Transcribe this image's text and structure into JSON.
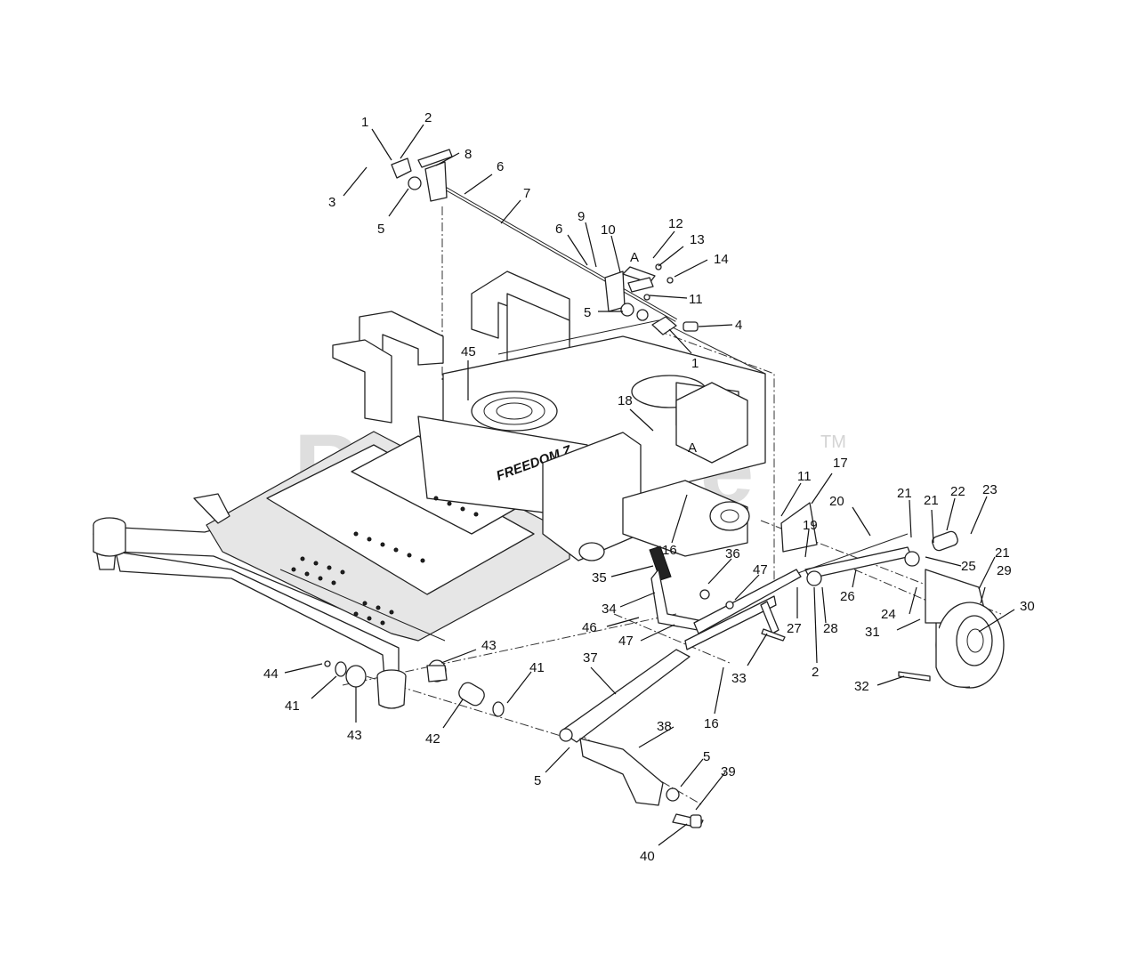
{
  "watermark": {
    "text": "PartsTree",
    "trademark": "TM"
  },
  "badge_text": "FREEDOM Z",
  "callouts": [
    {
      "id": "c1a",
      "text": "1"
    },
    {
      "id": "c2a",
      "text": "2"
    },
    {
      "id": "c3",
      "text": "3"
    },
    {
      "id": "c5a",
      "text": "5"
    },
    {
      "id": "c8",
      "text": "8"
    },
    {
      "id": "c6a",
      "text": "6"
    },
    {
      "id": "c7",
      "text": "7"
    },
    {
      "id": "c6b",
      "text": "6"
    },
    {
      "id": "c9",
      "text": "9"
    },
    {
      "id": "c10",
      "text": "10"
    },
    {
      "id": "cA1",
      "text": "A"
    },
    {
      "id": "c12",
      "text": "12"
    },
    {
      "id": "c13",
      "text": "13"
    },
    {
      "id": "c14",
      "text": "14"
    },
    {
      "id": "c11a",
      "text": "11"
    },
    {
      "id": "c5b",
      "text": "5"
    },
    {
      "id": "c4",
      "text": "4"
    },
    {
      "id": "c1b",
      "text": "1"
    },
    {
      "id": "c45",
      "text": "45"
    },
    {
      "id": "c18",
      "text": "18"
    },
    {
      "id": "cA2",
      "text": "A"
    },
    {
      "id": "c11b",
      "text": "11"
    },
    {
      "id": "c17",
      "text": "17"
    },
    {
      "id": "c20",
      "text": "20"
    },
    {
      "id": "c21a",
      "text": "21"
    },
    {
      "id": "c21b",
      "text": "21"
    },
    {
      "id": "c22",
      "text": "22"
    },
    {
      "id": "c23",
      "text": "23"
    },
    {
      "id": "c16a",
      "text": "16"
    },
    {
      "id": "c19",
      "text": "19"
    },
    {
      "id": "c25",
      "text": "25"
    },
    {
      "id": "c21c",
      "text": "21"
    },
    {
      "id": "c29",
      "text": "29"
    },
    {
      "id": "c36",
      "text": "36"
    },
    {
      "id": "c47a",
      "text": "47"
    },
    {
      "id": "c35",
      "text": "35"
    },
    {
      "id": "c26",
      "text": "26"
    },
    {
      "id": "c24",
      "text": "24"
    },
    {
      "id": "c30",
      "text": "30"
    },
    {
      "id": "c34",
      "text": "34"
    },
    {
      "id": "c27",
      "text": "27"
    },
    {
      "id": "c28",
      "text": "28"
    },
    {
      "id": "c31",
      "text": "31"
    },
    {
      "id": "c46",
      "text": "46"
    },
    {
      "id": "c2b",
      "text": "2"
    },
    {
      "id": "c47b",
      "text": "47"
    },
    {
      "id": "c37",
      "text": "37"
    },
    {
      "id": "c43a",
      "text": "43"
    },
    {
      "id": "c41a",
      "text": "41"
    },
    {
      "id": "c33",
      "text": "33"
    },
    {
      "id": "c44",
      "text": "44"
    },
    {
      "id": "c32",
      "text": "32"
    },
    {
      "id": "c41b",
      "text": "41"
    },
    {
      "id": "c43b",
      "text": "43"
    },
    {
      "id": "c42",
      "text": "42"
    },
    {
      "id": "c16b",
      "text": "16"
    },
    {
      "id": "c38",
      "text": "38"
    },
    {
      "id": "c5c",
      "text": "5"
    },
    {
      "id": "c5d",
      "text": "5"
    },
    {
      "id": "c39",
      "text": "39"
    },
    {
      "id": "c40",
      "text": "40"
    }
  ]
}
